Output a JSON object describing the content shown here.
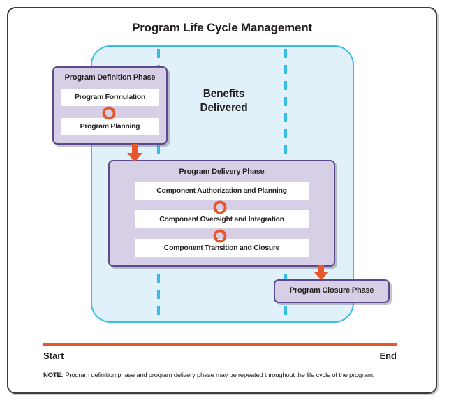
{
  "title": "Program Life Cycle Management",
  "benefits_label": "Benefits\nDelivered",
  "definition_phase": {
    "title": "Program Definition Phase",
    "items": [
      "Program Formulation",
      "Program Planning"
    ]
  },
  "delivery_phase": {
    "title": "Program Delivery Phase",
    "items": [
      "Component Authorization and Planning",
      "Component Oversight and Integration",
      "Component Transition and Closure"
    ]
  },
  "closure_phase": {
    "title": "Program Closure Phase"
  },
  "timeline": {
    "start_label": "Start",
    "end_label": "End"
  },
  "note": {
    "prefix": "NOTE:",
    "text": "Program definition phase and program delivery phase may be repeated throughout the life cycle of the program."
  },
  "icons": {
    "cycle": "cycle-arrows-icon",
    "down_arrow": "down-arrow-icon"
  },
  "colors": {
    "orange": "#E8572B",
    "lavender_fill": "#D7CFE5",
    "purple_border": "#5C4A8C",
    "blue_fill": "#E0F1FA",
    "cyan_border": "#38BCE8",
    "frame_border": "#3C3A3B",
    "text": "#231F20"
  }
}
